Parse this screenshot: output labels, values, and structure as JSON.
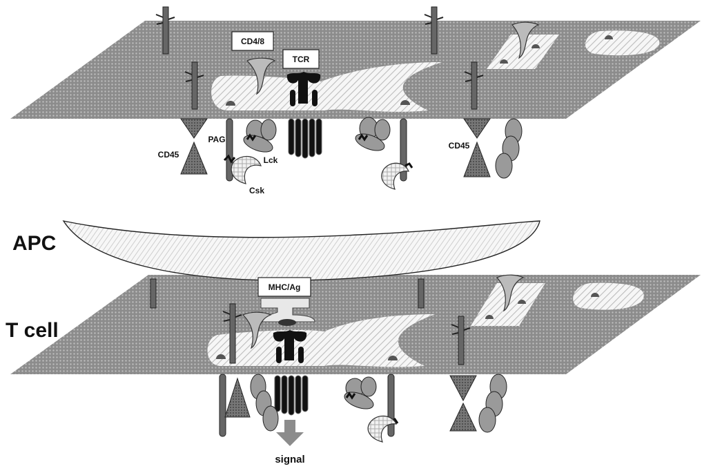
{
  "labels": {
    "cd48": "CD4/8",
    "tcr": "TCR",
    "pag": "PAG",
    "lck": "Lck",
    "csk": "Csk",
    "cd45_left": "CD45",
    "cd45_right": "CD45",
    "apc": "APC",
    "mhc_ag": "MHC/Ag",
    "t_cell": "T cell",
    "signal": "signal"
  },
  "colors": {
    "membrane": "#8c8c8c",
    "raft": "#f4f4f4",
    "protein_gray": "#9a9a9a",
    "protein_dark": "#555555",
    "tcr_black": "#111111",
    "signal_arrow": "#8c8c8c"
  }
}
